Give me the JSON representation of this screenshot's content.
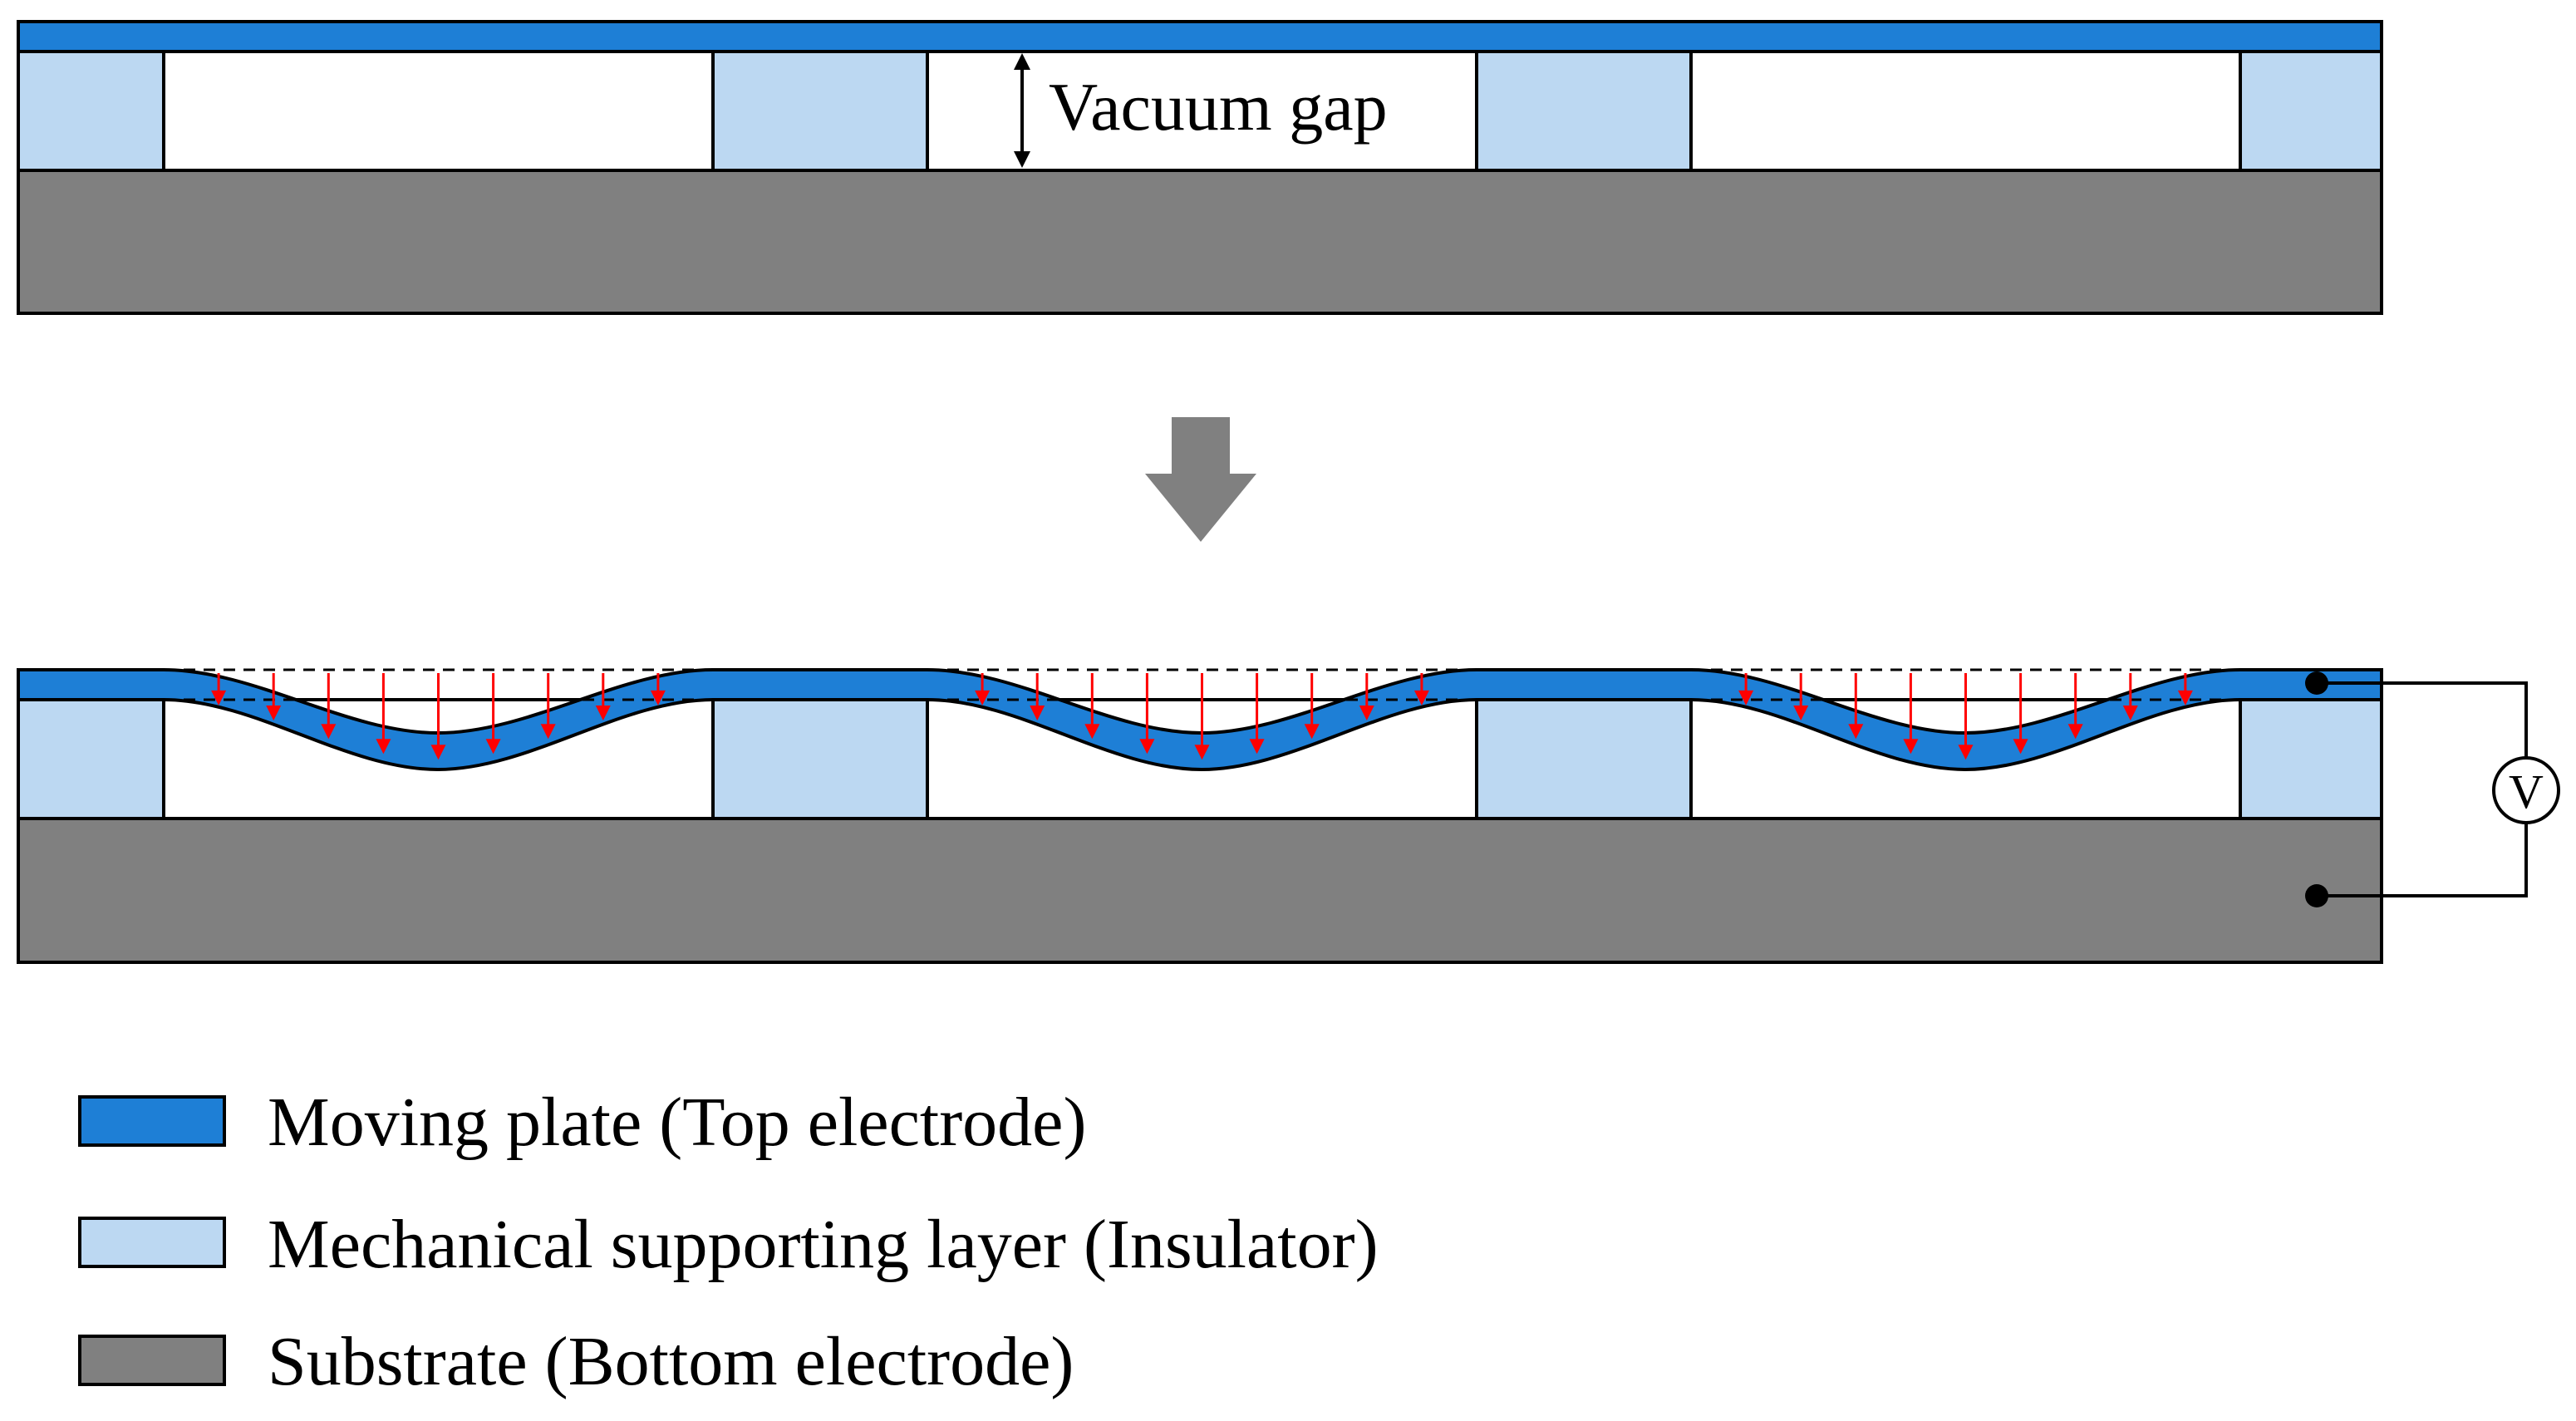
{
  "labels": {
    "vacuum_gap": "Vacuum gap",
    "voltage_symbol": "V"
  },
  "legend": [
    {
      "label": "Moving plate (Top electrode)",
      "swatch": "moving-plate"
    },
    {
      "label": "Mechanical supporting layer (Insulator)",
      "swatch": "insulator"
    },
    {
      "label": "Substrate (Bottom electrode)",
      "swatch": "substrate"
    }
  ],
  "colors": {
    "moving_plate": "#1e7fd6",
    "insulator": "#bcd8f2",
    "substrate": "#808080",
    "force_arrow": "#ff0000",
    "transition_arrow": "#808080",
    "outline": "#000000"
  },
  "icons": {
    "transition": "down-arrow-icon",
    "force": "red-down-arrow-icon",
    "voltage_source": "voltmeter-icon"
  }
}
